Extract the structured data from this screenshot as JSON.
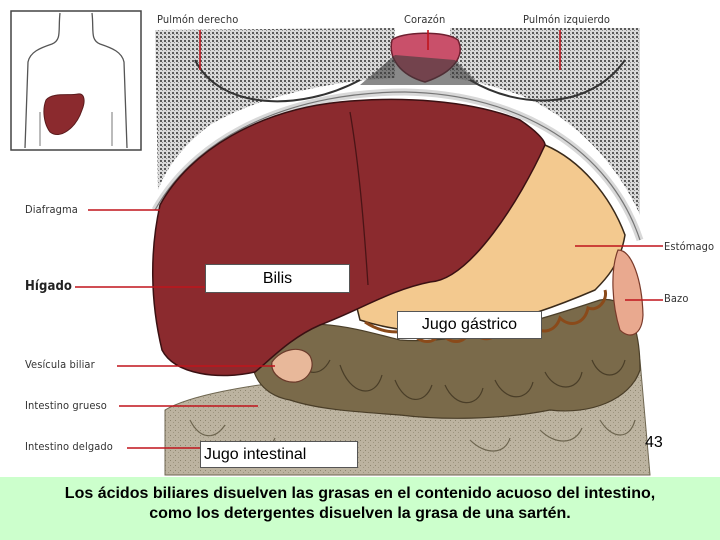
{
  "labels": {
    "pulmon_derecho": "Pulmón derecho",
    "corazon": "Corazón",
    "pulmon_izquierdo": "Pulmón izquierdo",
    "diafragma": "Diafragma",
    "higado": "Hígado",
    "vesicula": "Vesícula biliar",
    "intestino_grueso": "Intestino grueso",
    "intestino_delgado": "Intestino delgado",
    "estomago": "Estómago",
    "bazo": "Bazo"
  },
  "boxes": {
    "bilis": "Bilis",
    "jugo_gastrico": "Jugo gástrico",
    "jugo_intestinal": "Jugo intestinal"
  },
  "page_number": "43",
  "caption": {
    "line1": "Los ácidos biliares disuelven las grasas en el contenido acuoso del intestino,",
    "line2": "como los detergentes disuelven la grasa de una sartén."
  },
  "colors": {
    "liver": "#8b2a2e",
    "stomach": "#f3c98f",
    "intestine_large": "#7a6a4a",
    "intestine_small": "#b9ad93",
    "heart": "#c9506a",
    "spleen": "#e9a98f",
    "caption_bg": "#ccffcc"
  }
}
